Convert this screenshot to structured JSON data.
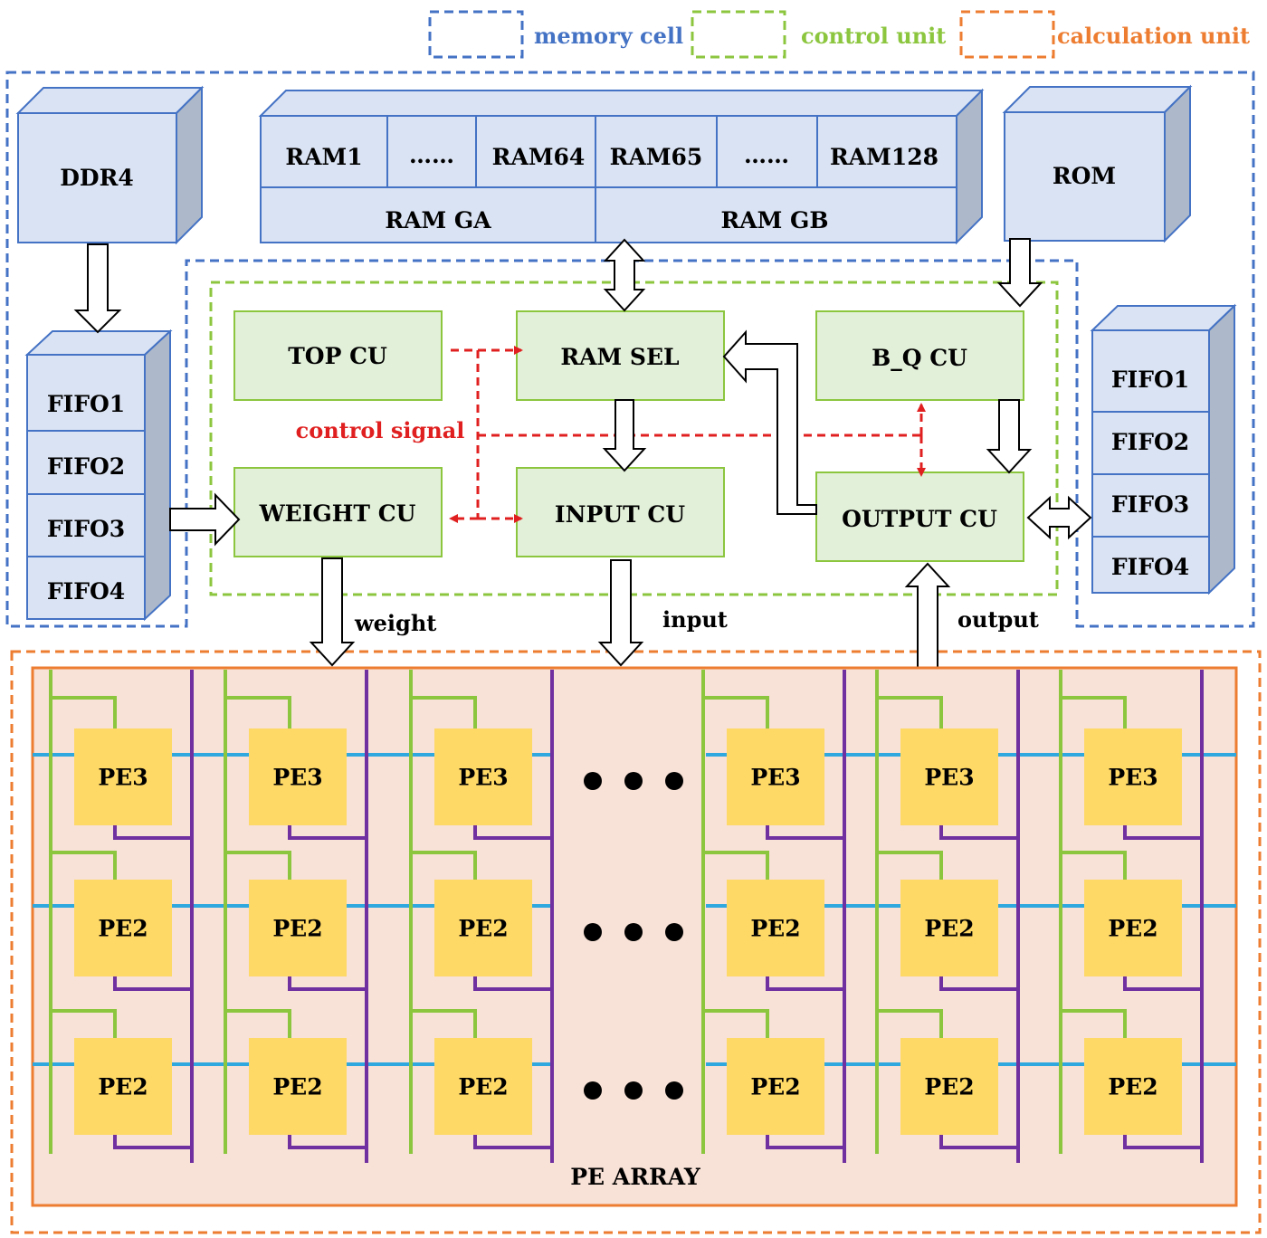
{
  "legend": {
    "memory": {
      "label": "memory cell",
      "color": "#4472C4"
    },
    "control": {
      "label": "control unit",
      "color": "#8CC63F"
    },
    "calc": {
      "label": "calculation unit",
      "color": "#ED7D31"
    }
  },
  "memory": {
    "ddr": "DDR4",
    "rom": "ROM",
    "ram_top": [
      "RAM1",
      "……",
      "RAM64",
      "RAM65",
      "……",
      "RAM128"
    ],
    "ram_groups": [
      "RAM GA",
      "RAM GB"
    ],
    "fifo_left": [
      "FIFO1",
      "FIFO2",
      "FIFO3",
      "FIFO4"
    ],
    "fifo_right": [
      "FIFO1",
      "FIFO2",
      "FIFO3",
      "FIFO4"
    ]
  },
  "control": {
    "top_cu": "TOP CU",
    "ram_sel": "RAM SEL",
    "bq_cu": "B_Q CU",
    "weight_cu": "WEIGHT CU",
    "input_cu": "INPUT CU",
    "output_cu": "OUTPUT CU",
    "signal_label": "control signal"
  },
  "flow_labels": {
    "weight": "weight",
    "input": "input",
    "output": "output"
  },
  "pe_array": {
    "title": "PE ARRAY",
    "rows": [
      [
        "PE3",
        "PE3",
        "PE3",
        "PE3",
        "PE3",
        "PE3"
      ],
      [
        "PE2",
        "PE2",
        "PE2",
        "PE2",
        "PE2",
        "PE2"
      ],
      [
        "PE2",
        "PE2",
        "PE2",
        "PE2",
        "PE2",
        "PE2"
      ]
    ]
  },
  "colors": {
    "mem_fill": "#DAE3F3",
    "mem_side": "#ADB9CA",
    "mem_stroke": "#4472C4",
    "ctrl_fill": "#E2F0D9",
    "ctrl_stroke": "#8CC63F",
    "calc_fill": "#F8E1D6",
    "calc_stroke": "#ED7D31",
    "pe_fill": "#FFD966",
    "bus_blue": "#2EA8DF",
    "wire_green": "#8CC63F",
    "wire_purple": "#7030A0",
    "signal_red": "#E02020"
  }
}
